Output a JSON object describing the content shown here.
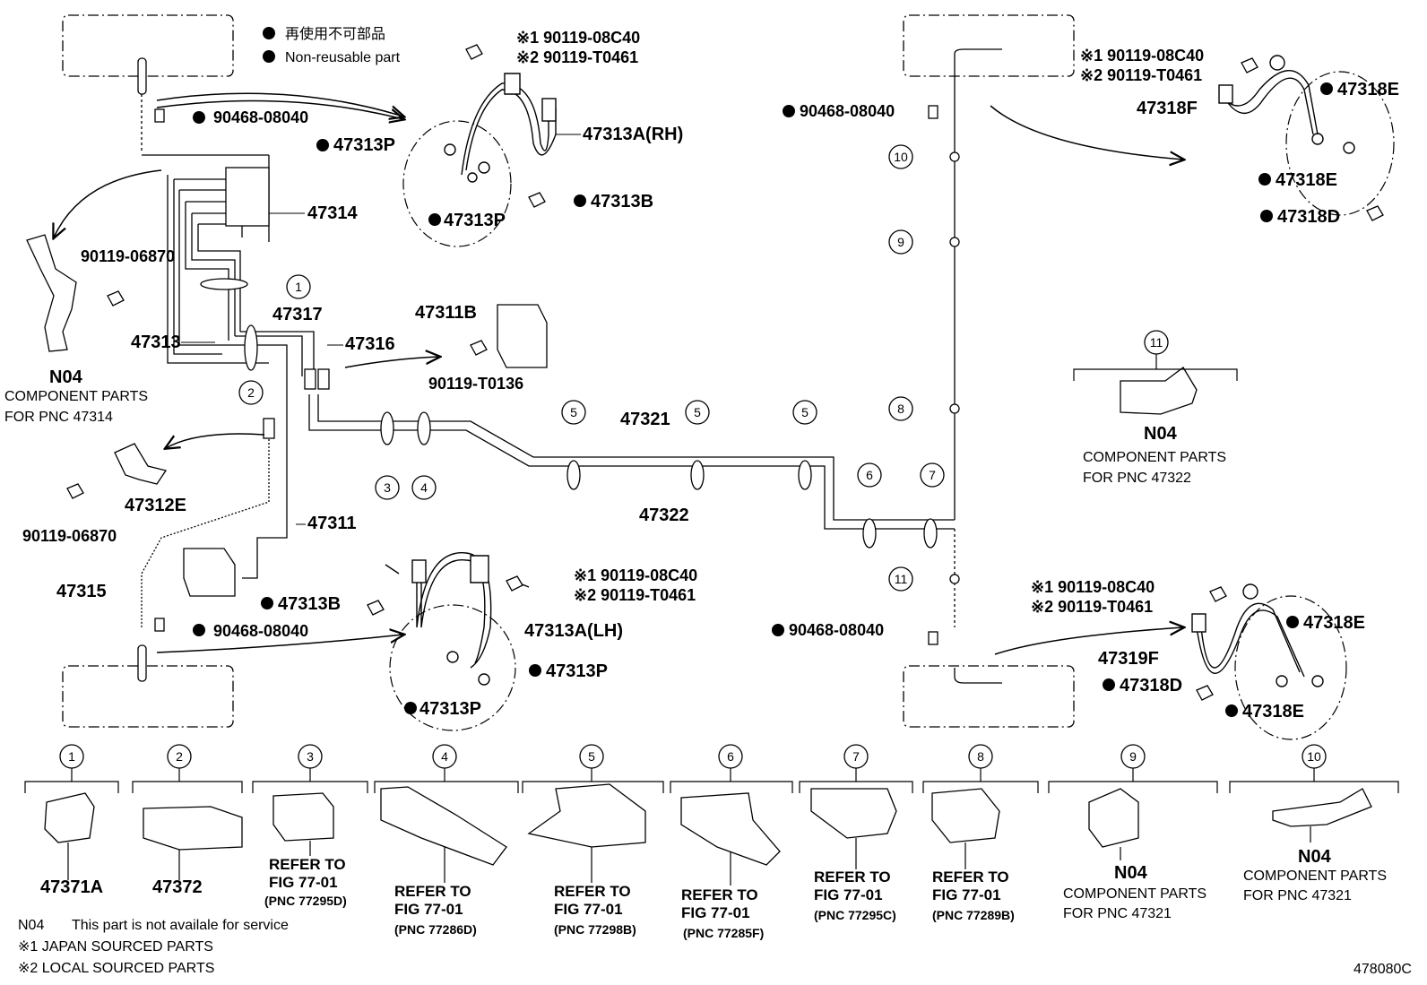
{
  "legend": {
    "non_reusable_jp": "再使用不可部品",
    "non_reusable_en": "Non-reusable part",
    "n04_code": "N04",
    "n04_note": "This part is not availale for service",
    "japan_sourced": "※1 JAPAN SOURCED PARTS",
    "local_sourced": "※2 LOCAL SOURCED PARTS"
  },
  "figure_id": "478080C",
  "parts": {
    "p90468_08040": "90468-08040",
    "p47313P": "47313P",
    "p47313A_RH": "47313A(RH)",
    "p47313A_LH": "47313A(LH)",
    "p47313B": "47313B",
    "p47314": "47314",
    "p90119_06870": "90119-06870",
    "p47313": "47313",
    "p47317": "47317",
    "p47316": "47316",
    "p47311B": "47311B",
    "p90119_T0136": "90119-T0136",
    "p47312E": "47312E",
    "p47311": "47311",
    "p47315": "47315",
    "p47321": "47321",
    "p47322": "47322",
    "p47318E": "47318E",
    "p47318F": "47318F",
    "p47318D": "47318D",
    "p47319F": "47319F",
    "j1_08C40": "※1 90119-08C40",
    "j2_T0461": "※2 90119-T0461",
    "p47371A": "47371A",
    "p47372": "47372"
  },
  "component_notes": {
    "n04": "N04",
    "component_parts": "COMPONENT PARTS",
    "for_47314": "FOR PNC 47314",
    "for_47322": "FOR PNC 47322",
    "for_47321": "FOR PNC 47321"
  },
  "refers": {
    "refer_to": "REFER TO",
    "fig": "FIG 77-01",
    "pnc_3": "(PNC 77295D)",
    "pnc_4": "(PNC 77286D)",
    "pnc_5": "(PNC 77298B)",
    "pnc_6": "(PNC 77285F)",
    "pnc_7": "(PNC 77295C)",
    "pnc_8": "(PNC 77289B)"
  },
  "callouts": [
    "1",
    "2",
    "3",
    "4",
    "5",
    "6",
    "7",
    "8",
    "9",
    "10",
    "11"
  ]
}
